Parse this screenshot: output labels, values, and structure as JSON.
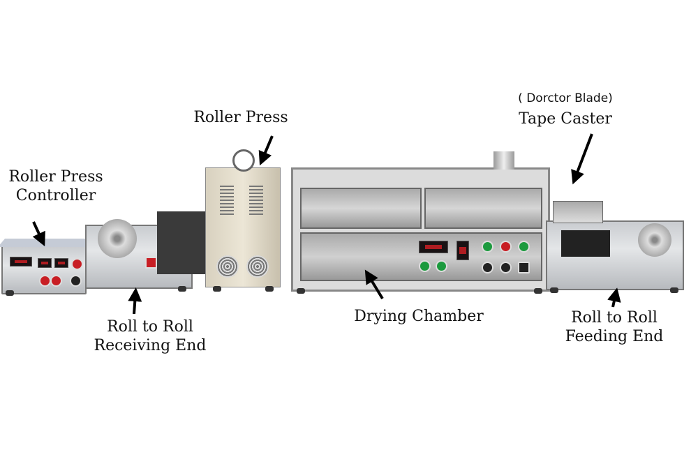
{
  "labels": {
    "roller_press_controller": [
      "Roller Press",
      "Controller"
    ],
    "roll_to_roll_receiving": [
      "Roll to Roll",
      "Receiving End"
    ],
    "roller_press": "Roller Press",
    "drying_chamber": "Drying Chamber",
    "doctor_blade": "( Dorctor Blade)",
    "tape_caster": "Tape Caster",
    "roll_to_roll_feeding": [
      "Roll to Roll",
      "Feeding End"
    ]
  },
  "colors": {
    "indicator_green": "#1c9a3e",
    "indicator_red": "#c81e24",
    "display_red": "#d41f24"
  }
}
